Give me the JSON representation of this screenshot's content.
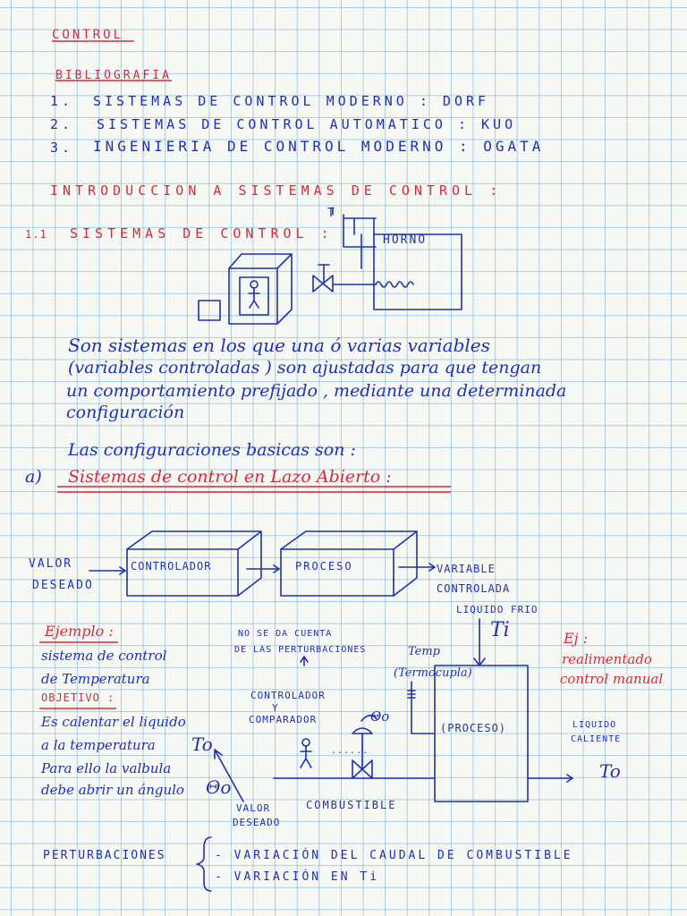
{
  "header": {
    "title": "CONTROL",
    "bibliography_heading": "BIBLIOGRAFIA",
    "references": [
      {
        "number": "1.",
        "text": "SISTEMAS DE CONTROL MODERNO : DORF"
      },
      {
        "number": "2.",
        "text": "SISTEMAS DE CONTROL AUTOMATICO : KUO"
      },
      {
        "number": "3.",
        "text": "INGENIERIA DE CONTROL MODERNO : OGATA"
      }
    ]
  },
  "intro": {
    "heading": "INTRODUCCION A SISTEMAS DE CONTROL :",
    "section_number": "1.1",
    "section_title": "SISTEMAS DE CONTROL :",
    "oven_label": "HORNO",
    "oven_t_label": "T"
  },
  "definition": {
    "lines": [
      "Son sistemas en los que una ó varias variables",
      "(variables controladas )  son ajustadas para que tengan",
      "un comportamiento prefijado , mediante una determinada",
      "configuración"
    ],
    "configs_intro": "Las configuraciones basicas son :",
    "item_a_letter": "a)",
    "item_a_text": "Sistemas de control en Lazo Abierto :"
  },
  "block_diagram": {
    "input_line1": "VALOR",
    "input_line2": "DESEADO",
    "controller": "CONTROLADOR",
    "process": "PROCESO",
    "output_line1": "VARIABLE",
    "output_line2": "CONTROLADA"
  },
  "example": {
    "ejemplo_label": "Ejemplo :",
    "lines1": [
      "sistema de control",
      "de Temperatura"
    ],
    "objetivo_label": "OBJETIVO :",
    "lines2": [
      "Es calentar el liquido",
      "a la temperatura",
      "Para ello la valbula",
      "debe abrir un ángulo"
    ],
    "to_symbol": "To",
    "theta_symbol": "Θo"
  },
  "diagram2": {
    "no_cuenta_line1": "NO SE DA CUENTA",
    "no_cuenta_line2": "DE LAS PERTURBACIONES",
    "controlador": "CONTROLADOR",
    "y": "Y",
    "comparador": "COMPARADOR",
    "theta": "Θo",
    "valor": "VALOR",
    "deseado": "DESEADO",
    "combustible": "COMBUSTIBLE",
    "liquido_frio": "LIQUIDO FRIO",
    "ti": "Ti",
    "temp": "Temp",
    "termocupla": "(Termocupla)",
    "proceso": "(PROCESO)",
    "liquido_caliente_1": "LIQUIDO",
    "liquido_caliente_2": "CALIENTE",
    "to_out": "To",
    "dots": "......"
  },
  "side_note": {
    "ej": "Ej :",
    "line1": "realimentado",
    "line2": "control manual"
  },
  "perturbaciones": {
    "label": "PERTURBACIONES",
    "items": [
      "- VARIACIÓN DEL CAUDAL DE COMBUSTIBLE",
      "- VARIACIÓN EN Ti"
    ]
  },
  "colors": {
    "ink_red": "#d62a3c",
    "ink_blue": "#1f2fb5",
    "grid": "#6ea5d7"
  }
}
